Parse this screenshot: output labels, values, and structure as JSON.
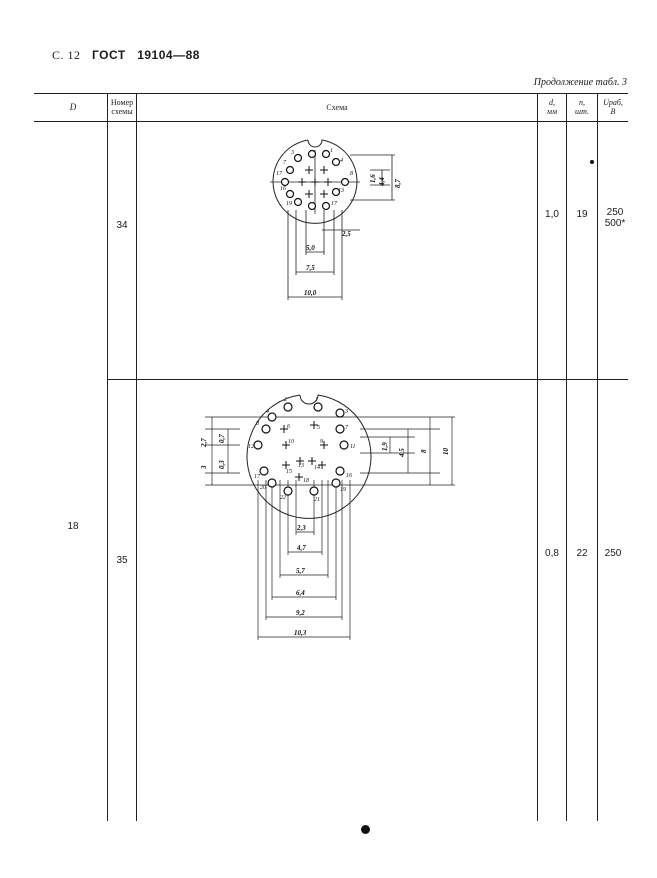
{
  "header": {
    "page": "С. 12",
    "standard": "ГОСТ",
    "number": "19104—88",
    "continuation": "Продолжение табл. 3"
  },
  "table": {
    "headers": {
      "d_col": "D",
      "scheme_no_l1": "Номер",
      "scheme_no_l2": "схемы",
      "scheme": "Схема",
      "dmm_l1": "d,",
      "dmm_l2": "мм",
      "n_l1": "n,",
      "n_l2": "шт.",
      "u_l1": "Uраб,",
      "u_l2": "В"
    },
    "group_D": "18",
    "rows": [
      {
        "scheme_no": "34",
        "d": "1,0",
        "n": "19",
        "u1": "250",
        "u2": "500*",
        "pins": [
          "1",
          "3",
          "4",
          "6",
          "7",
          "8",
          "10",
          "13",
          "16",
          "17",
          "19"
        ],
        "dims": [
          "8,7",
          "4,4",
          "1,6",
          "2,5",
          "5,0",
          "7,5",
          "10,0"
        ]
      },
      {
        "scheme_no": "35",
        "d": "0,8",
        "n": "22",
        "u1": "250",
        "pins": [
          "1",
          "2",
          "3",
          "4",
          "5",
          "6",
          "7",
          "8",
          "9",
          "10",
          "11",
          "12",
          "13",
          "14",
          "15",
          "16",
          "17",
          "18",
          "19",
          "20",
          "21",
          "22"
        ],
        "dims": [
          "2,7",
          "0,7",
          "3",
          "0,3",
          "1,9",
          "4,5",
          "8",
          "10",
          "2,3",
          "4,7",
          "5,7",
          "6,4",
          "9,2",
          "10,3"
        ]
      }
    ]
  }
}
